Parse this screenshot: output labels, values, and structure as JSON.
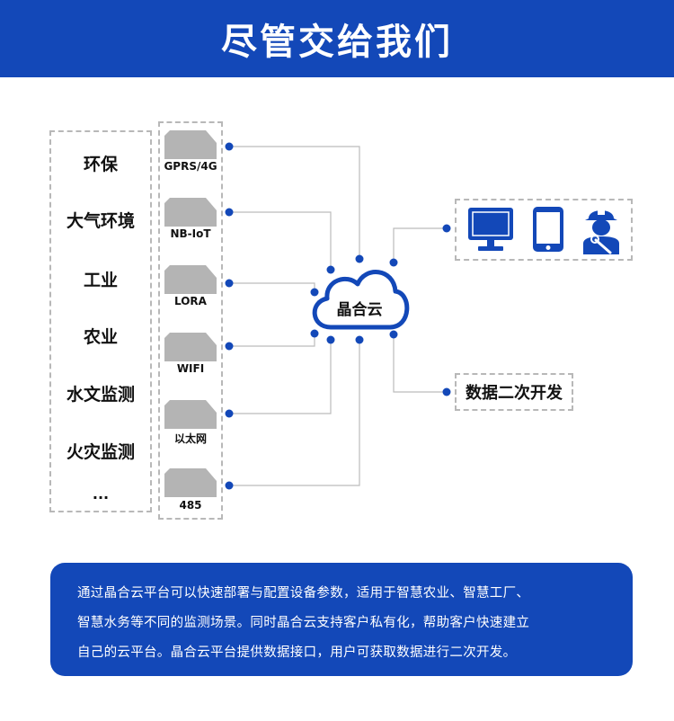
{
  "header": {
    "title": "尽管交给我们"
  },
  "industries": [
    "环保",
    "大气环境",
    "工业",
    "农业",
    "水文监测",
    "火灾监测",
    "..."
  ],
  "modules": [
    "GPRS/4G",
    "NB-IoT",
    "LORA",
    "WIFI",
    "以太网",
    "485"
  ],
  "cloud": {
    "label": "晶合云"
  },
  "outputs": {
    "devices": [
      "monitor-icon",
      "phone-icon",
      "engineer-icon"
    ],
    "data_label": "数据二次开发"
  },
  "info": {
    "lines": [
      "通过晶合云平台可以快速部署与配置设备参数，适用于智慧农业、智慧工厂、",
      "智慧水务等不同的监测场景。同时晶合云支持客户私有化，帮助客户快速建立",
      "自己的云平台。晶合云平台提供数据接口，用户可获取数据进行二次开发。"
    ]
  },
  "colors": {
    "brand": "#1348b8",
    "module": "#b4b4b4",
    "border": "#b8b8b8",
    "line": "#bcbcbc"
  }
}
